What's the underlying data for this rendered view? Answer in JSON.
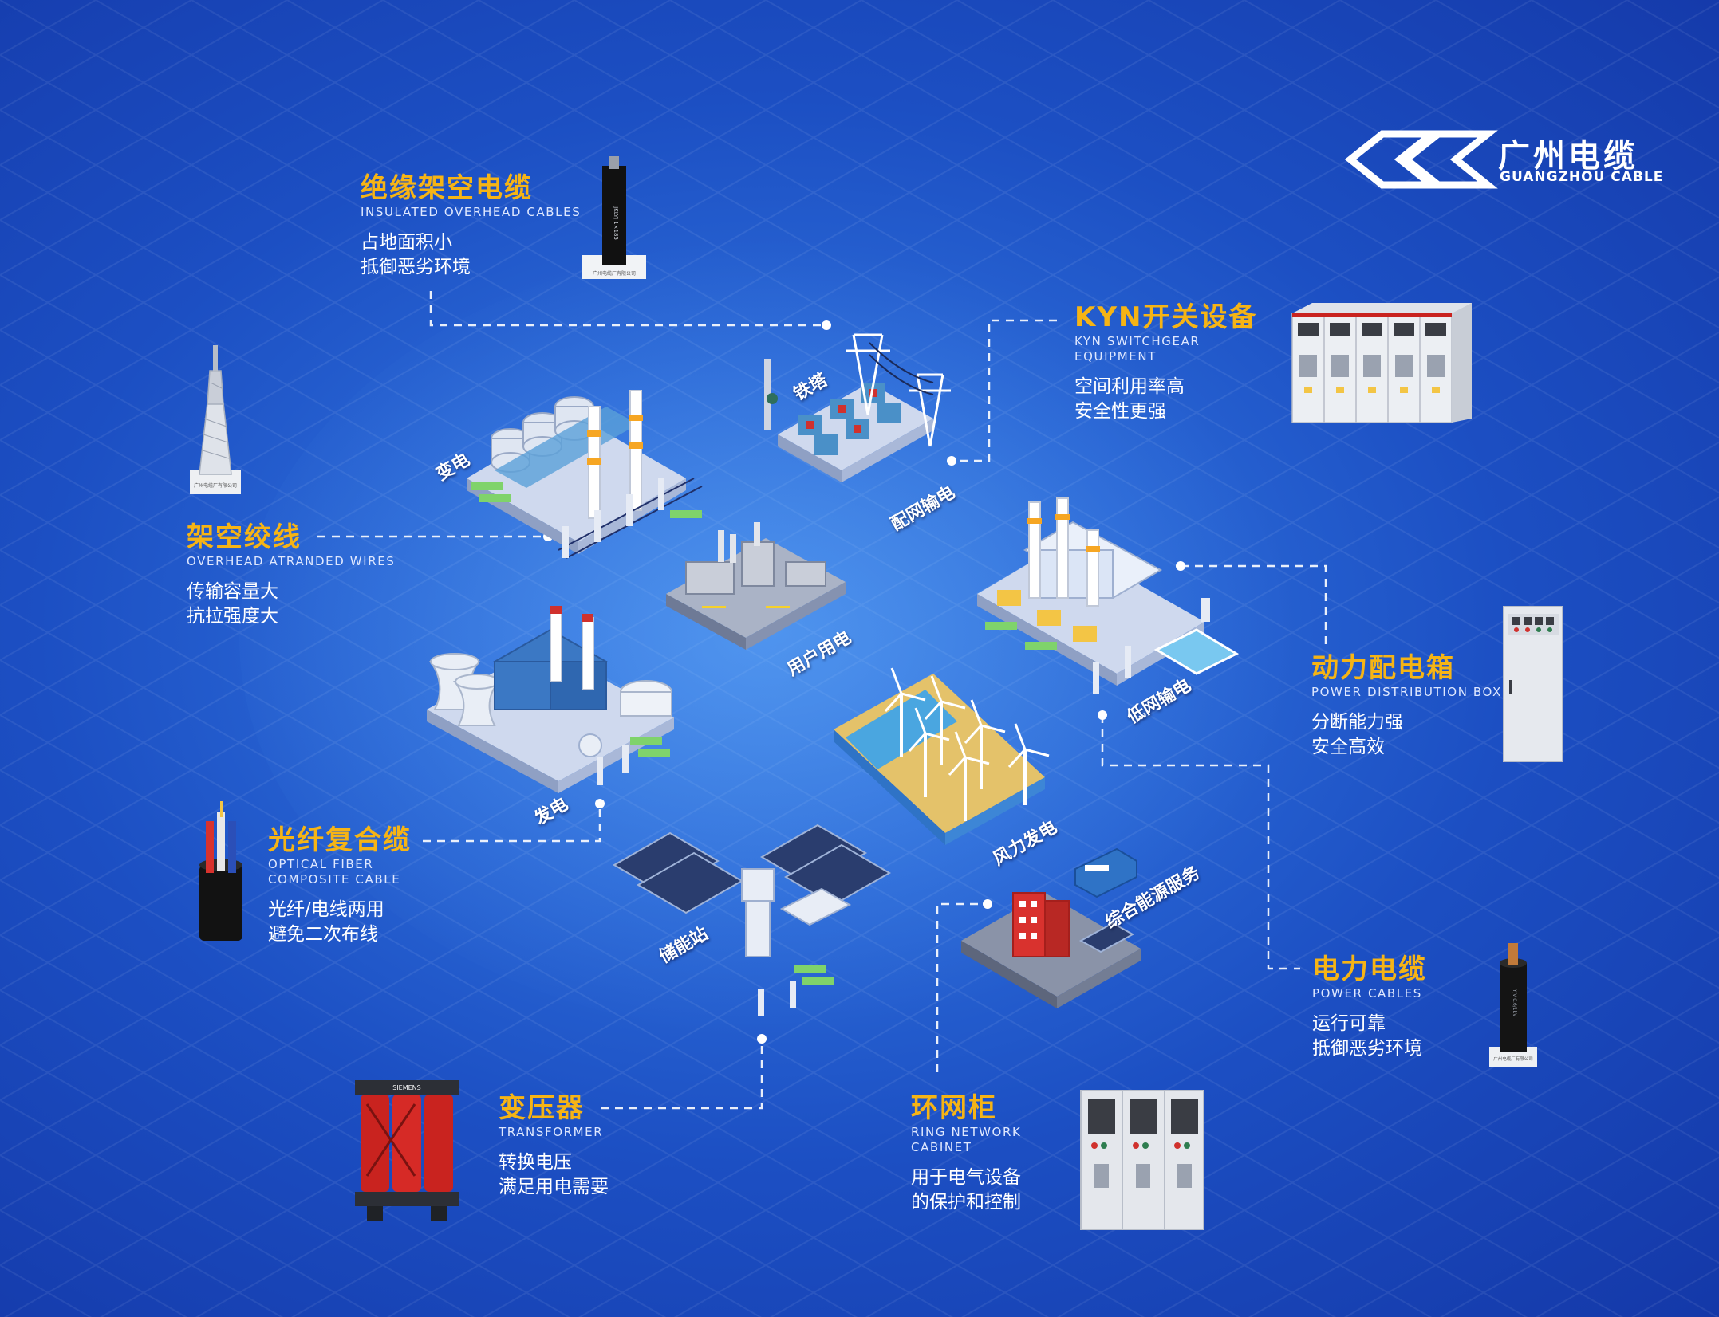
{
  "brand": {
    "name_cn": "广州电缆",
    "name_en": "GUANGZHOU CABLE",
    "logo_icon": "double-diamond-logo-icon"
  },
  "colors": {
    "accent": "#f6b415",
    "background": "#1c4fc3",
    "text": "#ffffff",
    "link": "#ffffff"
  },
  "products": [
    {
      "title": "绝缘架空电缆",
      "subtitle": "INSULATED OVERHEAD CABLES",
      "desc1": "占地面积小",
      "desc2": "抵御恶劣环境"
    },
    {
      "title": "架空绞线",
      "subtitle": "OVERHEAD ATRANDED WIRES",
      "desc1": "传输容量大",
      "desc2": "抗拉强度大"
    },
    {
      "title": "光纤复合缆",
      "subtitle1": "OPTICAL FIBER",
      "subtitle2": "COMPOSITE CABLE",
      "desc1": "光纤/电线两用",
      "desc2": "避免二次布线"
    },
    {
      "title": "变压器",
      "subtitle": "TRANSFORMER",
      "desc1": "转换电压",
      "desc2": "满足用电需要"
    },
    {
      "title": "环网柜",
      "subtitle1": "RING NETWORK",
      "subtitle2": "CABINET",
      "desc1": "用于电气设备",
      "desc2": "的保护和控制"
    },
    {
      "title": "电力电缆",
      "subtitle": "POWER CABLES",
      "desc1": "运行可靠",
      "desc2": "抵御恶劣环境"
    },
    {
      "title": "动力配电箱",
      "subtitle": "POWER DISTRIBUTION BOX",
      "desc1": "分断能力强",
      "desc2": "安全高效"
    },
    {
      "title": "KYN开关设备",
      "subtitle1": "KYN SWITCHGEAR",
      "subtitle2": "EQUIPMENT",
      "desc1": "空间利用率高",
      "desc2": "安全性更强"
    }
  ],
  "scene_labels": {
    "transformation": "变电",
    "railway_tower": "铁塔",
    "distribution_grid": "配网输电",
    "user_consumption": "用户用电",
    "low_voltage_grid": "低网输电",
    "generation": "发电",
    "wind_power": "风力发电",
    "storage_station": "储能站",
    "integrated_energy": "综合能源服务"
  },
  "product_images": {
    "insulated_cable_print": "广州电缆厂有限公司",
    "strand_print": "广州电缆厂有限公司",
    "power_cable_print": "广州电缆厂有限公司",
    "transformer_brand": "SIEMENS"
  }
}
